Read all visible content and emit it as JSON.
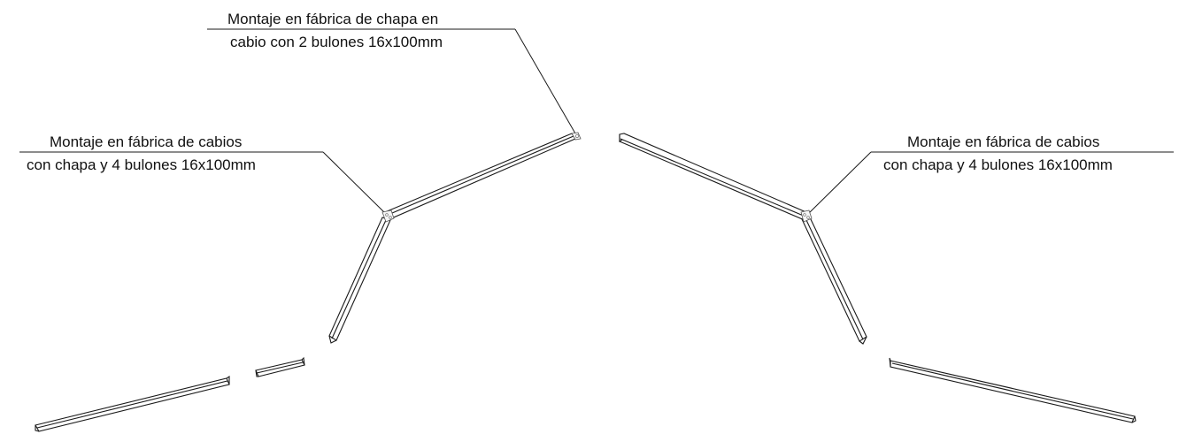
{
  "callouts": {
    "top": {
      "line1": "Montaje en fábrica de chapa en",
      "line2": "cabio con 2 bulones 16x100mm"
    },
    "left": {
      "line1": "Montaje en fábrica de cabios",
      "line2": "con chapa y 4 bulones 16x100mm"
    },
    "right": {
      "line1": "Montaje en fábrica de cabios",
      "line2": "con chapa y 4 bulones 16x100mm"
    }
  },
  "colors": {
    "line": "#1a1a1a",
    "text": "#111111",
    "background": "#ffffff"
  }
}
